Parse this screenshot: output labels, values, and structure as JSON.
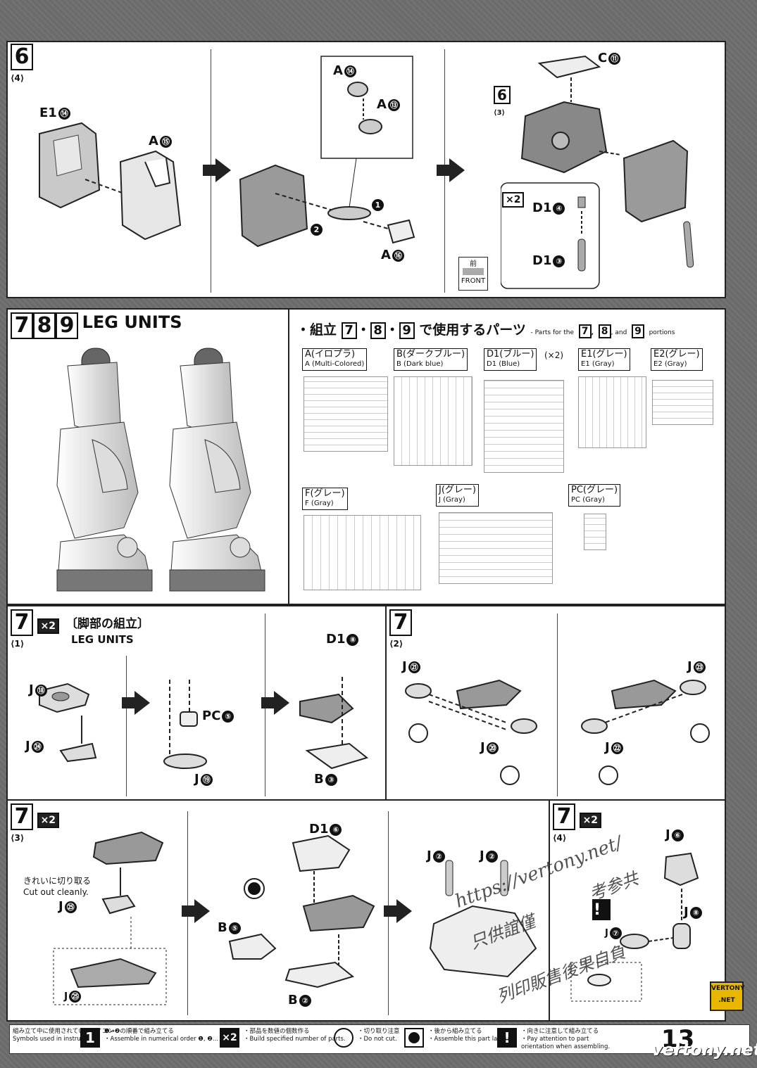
{
  "step6": {
    "num": "6",
    "sub": "⟨4⟩",
    "labels": {
      "e1_14": "E1",
      "a15": "A",
      "a14": "A",
      "a13": "A",
      "a16": "A",
      "c11": "C",
      "d14": "D1",
      "d13": "D1",
      "ref6": "6",
      "ref6sub": "⟨3⟩",
      "x2": "×2",
      "front_jp": "前",
      "front_en": "FRONT"
    },
    "circled": {
      "n14": "⑭",
      "n15": "⑮",
      "n13": "⑬",
      "n16": "⑯",
      "n11": "⑪",
      "n4": "④",
      "n3": "③",
      "seq1": "1",
      "seq2": "2"
    }
  },
  "leg": {
    "nums": [
      "7",
      "8",
      "9"
    ],
    "title": "LEG UNITS",
    "parts_title_jp_pre": "・組立",
    "parts_title_jp_post": "で使用するパーツ",
    "parts_title_en_pre": "- Parts for the",
    "parts_title_en_and": ", and",
    "parts_title_en_post": "portions",
    "sep": "・",
    "comma": ",",
    "runners": [
      {
        "jp": "A(イロプラ)",
        "en": "A (Multi-Colored)"
      },
      {
        "jp": "B(ダークブルー)",
        "en": "B (Dark blue)"
      },
      {
        "jp": "D1(ブルー)",
        "en": "D1 (Blue)",
        "qty": "(×2)"
      },
      {
        "jp": "E1(グレー)",
        "en": "E1 (Gray)"
      },
      {
        "jp": "E2(グレー)",
        "en": "E2 (Gray)"
      },
      {
        "jp": "F(グレー)",
        "en": "F (Gray)"
      },
      {
        "jp": "J(グレー)",
        "en": "J (Gray)"
      },
      {
        "jp": "PC(グレー)",
        "en": "PC (Gray)"
      }
    ]
  },
  "step7_1": {
    "num": "7",
    "sub": "⟨1⟩",
    "x2": "×2",
    "title_jp": "〔脚部の組立〕",
    "title_en": "LEG UNITS",
    "labels": {
      "j18": "J",
      "j24": "J",
      "pc5": "PC",
      "j19": "J",
      "d18": "D1",
      "b3": "B"
    },
    "circled": {
      "n18": "⑱",
      "n24": "㉔",
      "n5": "⑤",
      "n19": "⑲",
      "n8": "⑧",
      "n3": "③"
    }
  },
  "step7_2": {
    "num": "7",
    "sub": "⟨2⟩",
    "labels": {
      "j21": "J",
      "j20": "J",
      "j23": "J",
      "j22": "J"
    },
    "circled": {
      "n21": "㉑",
      "n20": "⑳",
      "n23": "㉓",
      "n22": "㉒"
    }
  },
  "step7_3": {
    "num": "7",
    "sub": "⟨3⟩",
    "x2": "×2",
    "note_jp": "きれいに切り取る",
    "note_en": "Cut out cleanly.",
    "labels": {
      "j25": "J",
      "j25b": "J",
      "d16": "D1",
      "b5": "B",
      "b2": "B",
      "j2a": "J",
      "j2b": "J"
    },
    "circled": {
      "n25": "㉕",
      "n6": "⑥",
      "n5": "⑤",
      "n2": "②"
    }
  },
  "step7_4": {
    "num": "7",
    "sub": "⟨4⟩",
    "x2": "×2",
    "labels": {
      "j6": "J",
      "j8": "J",
      "j7": "J"
    },
    "circled": {
      "n6": "⑥",
      "n8": "⑧",
      "n7": "⑦"
    }
  },
  "footer": {
    "legend_jp": "組み立て中に使用されているアイコン",
    "legend_en": "Symbols used in instructions",
    "items": [
      {
        "jp": "❶→❷の順番で組み立てる",
        "en": "・Assemble in numerical order ❶, ❷..."
      },
      {
        "jp": "・部品を数値の個数作る",
        "en": "・Build specified number of parts."
      },
      {
        "jp": "・切り取り注意",
        "en": "・Do not cut."
      },
      {
        "jp": "・後から組み立てる",
        "en": "・Assemble this part later."
      },
      {
        "jp": "・向きに注意して組み立てる",
        "en": "・Pay attention to part orientation when assembling."
      }
    ],
    "icon_x2": "×2",
    "icon_1": "1",
    "icon_warn": "!",
    "page_number": "13"
  },
  "watermark": {
    "url": "https://vertony.net/",
    "jp1": "只供誼僅",
    "jp2": "考参共",
    "jp3": "列印販售後果自負",
    "logo_top": "VERTONY",
    "logo_bottom": ".NET",
    "site": "vertony.net"
  }
}
